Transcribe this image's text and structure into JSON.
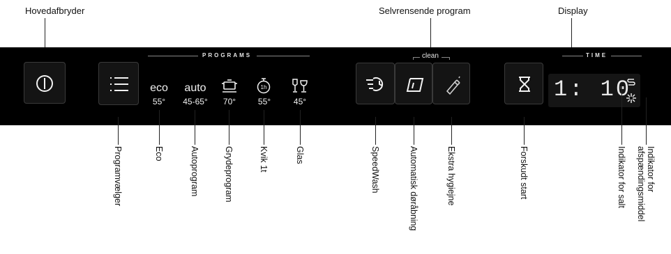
{
  "labels": {
    "main_switch": "Hovedafbryder",
    "self_clean": "Selvrensende program",
    "display": "Display",
    "program_selector": "Programvælger",
    "eco": "Eco",
    "auto": "Autoprogram",
    "pots": "Grydeprogram",
    "quick": "Kvik 1t",
    "glass": "Glas",
    "speedwash": "SpeedWash",
    "auto_door": "Automatisk døråbning",
    "extra_hygiene": "Ekstra hygiejne",
    "delay_start": "Forskudt start",
    "salt": "Indikator for salt",
    "rinse_aid": "Indikator for afspændingsmiddel"
  },
  "panel": {
    "programs_header": "PROGRAMS",
    "clean_header": "clean",
    "time_header": "TIME",
    "display_value": "1: 10",
    "programs": [
      {
        "top": "eco",
        "temp": "55°"
      },
      {
        "top": "auto",
        "temp": "45-65°"
      },
      {
        "top": "pot-icon",
        "temp": "70°"
      },
      {
        "top": "stopwatch-1h-icon",
        "temp": "55°"
      },
      {
        "top": "glasses-icon",
        "temp": "45°"
      }
    ]
  },
  "colors": {
    "panel": "#000000",
    "button": "#141414",
    "text": "#f2f2f2"
  }
}
